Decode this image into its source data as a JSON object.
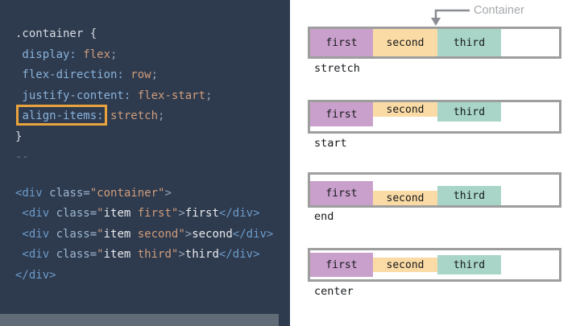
{
  "colors": {
    "panel_bg": "#2e3a4e",
    "panel_bottom_bar": "#616a77",
    "highlight_box": "#e8a33d",
    "container_border": "#9e9e9e",
    "callout_text": "#a5a9ad",
    "item_first": "#c9a0cc",
    "item_second": "#fbdba5",
    "item_third": "#a8d5c8"
  },
  "code_panel": {
    "lines": [
      {
        "tokens": [
          {
            "t": ".container {",
            "c": "plain"
          }
        ]
      },
      {
        "tokens": [
          {
            "t": " display:",
            "c": "prop"
          },
          {
            "t": " flex",
            "c": "val"
          },
          {
            "t": ";",
            "c": "punc"
          }
        ]
      },
      {
        "tokens": [
          {
            "t": " flex-direction:",
            "c": "prop"
          },
          {
            "t": " row",
            "c": "val"
          },
          {
            "t": ";",
            "c": "punc"
          }
        ]
      },
      {
        "tokens": [
          {
            "t": " justify-content:",
            "c": "prop"
          },
          {
            "t": " flex-start",
            "c": "val"
          },
          {
            "t": ";",
            "c": "punc"
          }
        ]
      },
      {
        "tokens": [
          {
            "t": " ",
            "c": "plain"
          },
          {
            "t": "align-items:",
            "c": "prop hl"
          },
          {
            "t": " stretch",
            "c": "val"
          },
          {
            "t": ";",
            "c": "punc"
          }
        ]
      },
      {
        "tokens": [
          {
            "t": "}",
            "c": "plain"
          }
        ]
      },
      {
        "tokens": [
          {
            "t": "--",
            "c": "dim"
          }
        ]
      },
      {
        "gap": true,
        "tokens": [
          {
            "t": "<div ",
            "c": "tag"
          },
          {
            "t": "class=",
            "c": "attr"
          },
          {
            "t": "\"container\"",
            "c": "str"
          },
          {
            "t": ">",
            "c": "punc"
          }
        ]
      },
      {
        "tokens": [
          {
            "t": " <div ",
            "c": "tag"
          },
          {
            "t": "class=",
            "c": "attr"
          },
          {
            "t": "\"",
            "c": "str"
          },
          {
            "t": "item ",
            "c": "txt"
          },
          {
            "t": "first\"",
            "c": "str"
          },
          {
            "t": ">",
            "c": "punc"
          },
          {
            "t": "first",
            "c": "txt"
          },
          {
            "t": "</div>",
            "c": "tag"
          }
        ]
      },
      {
        "tokens": [
          {
            "t": " <div ",
            "c": "tag"
          },
          {
            "t": "class=",
            "c": "attr"
          },
          {
            "t": "\"",
            "c": "str"
          },
          {
            "t": "item ",
            "c": "txt"
          },
          {
            "t": "second\"",
            "c": "str"
          },
          {
            "t": ">",
            "c": "punc"
          },
          {
            "t": "second",
            "c": "txt"
          },
          {
            "t": "</div>",
            "c": "tag"
          }
        ]
      },
      {
        "tokens": [
          {
            "t": " <div ",
            "c": "tag"
          },
          {
            "t": "class=",
            "c": "attr"
          },
          {
            "t": "\"",
            "c": "str"
          },
          {
            "t": "item ",
            "c": "txt"
          },
          {
            "t": "third\"",
            "c": "str"
          },
          {
            "t": ">",
            "c": "punc"
          },
          {
            "t": "third",
            "c": "txt"
          },
          {
            "t": "</div>",
            "c": "tag"
          }
        ]
      },
      {
        "tokens": [
          {
            "t": "</div>",
            "c": "tag"
          }
        ]
      }
    ]
  },
  "diagram": {
    "callout": "Container",
    "items": [
      {
        "label": "first",
        "color_key": "item_first",
        "width": 78,
        "height": 30
      },
      {
        "label": "second",
        "color_key": "item_second",
        "width": 80,
        "height": 18
      },
      {
        "label": "third",
        "color_key": "item_third",
        "width": 79,
        "height": 24
      }
    ],
    "rows": [
      {
        "label": "stretch",
        "align": "stretch"
      },
      {
        "label": "start",
        "align": "flex-start"
      },
      {
        "label": "end",
        "align": "flex-end"
      },
      {
        "label": "center",
        "align": "center"
      }
    ]
  }
}
